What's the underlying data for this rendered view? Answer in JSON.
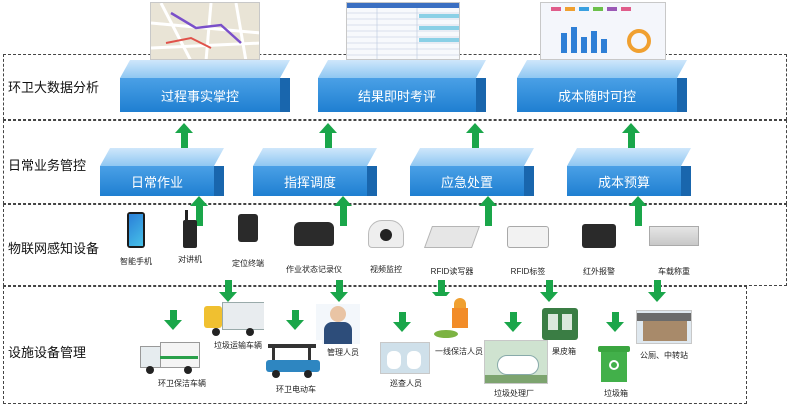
{
  "layers": {
    "big_data": "环卫大数据分析",
    "business": "日常业务管控",
    "iot": "物联网感知设备",
    "facility": "设施设备管理"
  },
  "big_data_blocks": [
    "过程事实掌控",
    "结果即时考评",
    "成本随时可控"
  ],
  "business_blocks": [
    "日常作业",
    "指挥调度",
    "应急处置",
    "成本预算"
  ],
  "devices": [
    "智能手机",
    "对讲机",
    "定位终端",
    "作业状态记录仪",
    "视频监控",
    "RFID读写器",
    "RFID标签",
    "红外报警",
    "车载称重"
  ],
  "facilities": [
    "垃圾运输车辆",
    "管理人员",
    "一线保洁人员",
    "果皮箱",
    "公厕、中转站",
    "环卫保洁车辆",
    "环卫电动车",
    "巡查人员",
    "垃圾处理厂",
    "垃圾箱"
  ],
  "colors": {
    "arrow": "#1aa64a",
    "block_front": "#1f7fd1",
    "block_top": "#8fc7f2"
  }
}
